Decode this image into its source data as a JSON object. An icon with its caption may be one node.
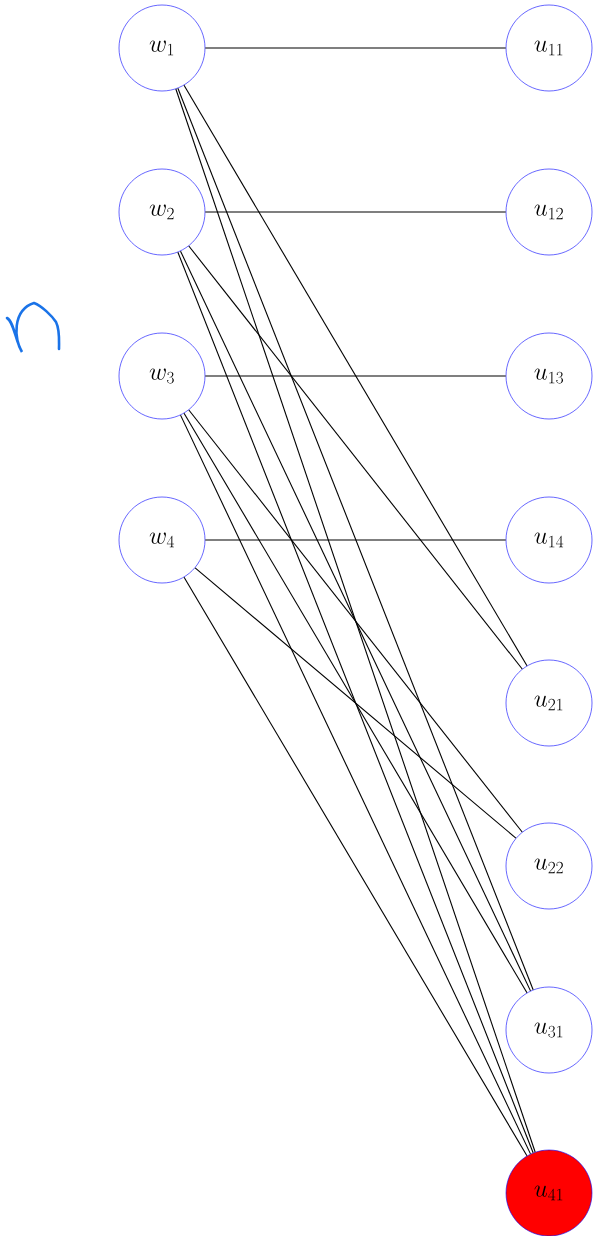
{
  "diagram": {
    "nodes": [
      {
        "text": [
          "w_1"
        ]
      },
      {
        "text": [
          "w_2"
        ]
      },
      {
        "text": [
          "w_3"
        ]
      },
      {
        "text": [
          "w_4"
        ]
      },
      {
        "text": [
          "u_{11}"
        ]
      },
      {
        "text": [
          "u_{12}"
        ]
      },
      {
        "text": [
          "u_{13}"
        ]
      },
      {
        "text": [
          "u_{14}"
        ]
      },
      {
        "text": [
          "u_{21}"
        ]
      },
      {
        "text": [
          "u_{22}"
        ]
      },
      {
        "text": [
          "u_{31}"
        ]
      },
      {
        "text": [
          "u_{41}"
        ]
      }
    ],
    "edges": [
      {
        "from": 0,
        "to": 4,
        "arrow": "none"
      },
      {
        "from": 1,
        "to": 5,
        "arrow": "none"
      },
      {
        "from": 2,
        "to": 6,
        "arrow": "none"
      },
      {
        "from": 3,
        "to": 7,
        "arrow": "none"
      },
      {
        "from": 0,
        "to": 8,
        "arrow": "none"
      },
      {
        "from": 0,
        "to": 10,
        "arrow": "none"
      },
      {
        "from": 0,
        "to": 11,
        "arrow": "none"
      },
      {
        "from": 1,
        "to": 8,
        "arrow": "none"
      },
      {
        "from": 1,
        "to": 10,
        "arrow": "none"
      },
      {
        "from": 1,
        "to": 11,
        "arrow": "none"
      },
      {
        "from": 2,
        "to": 9,
        "arrow": "none"
      },
      {
        "from": 2,
        "to": 10,
        "arrow": "none"
      },
      {
        "from": 2,
        "to": 11,
        "arrow": "none"
      },
      {
        "from": 3,
        "to": 9,
        "arrow": "none"
      },
      {
        "from": 3,
        "to": 11,
        "arrow": "none"
      }
    ]
  }
}
